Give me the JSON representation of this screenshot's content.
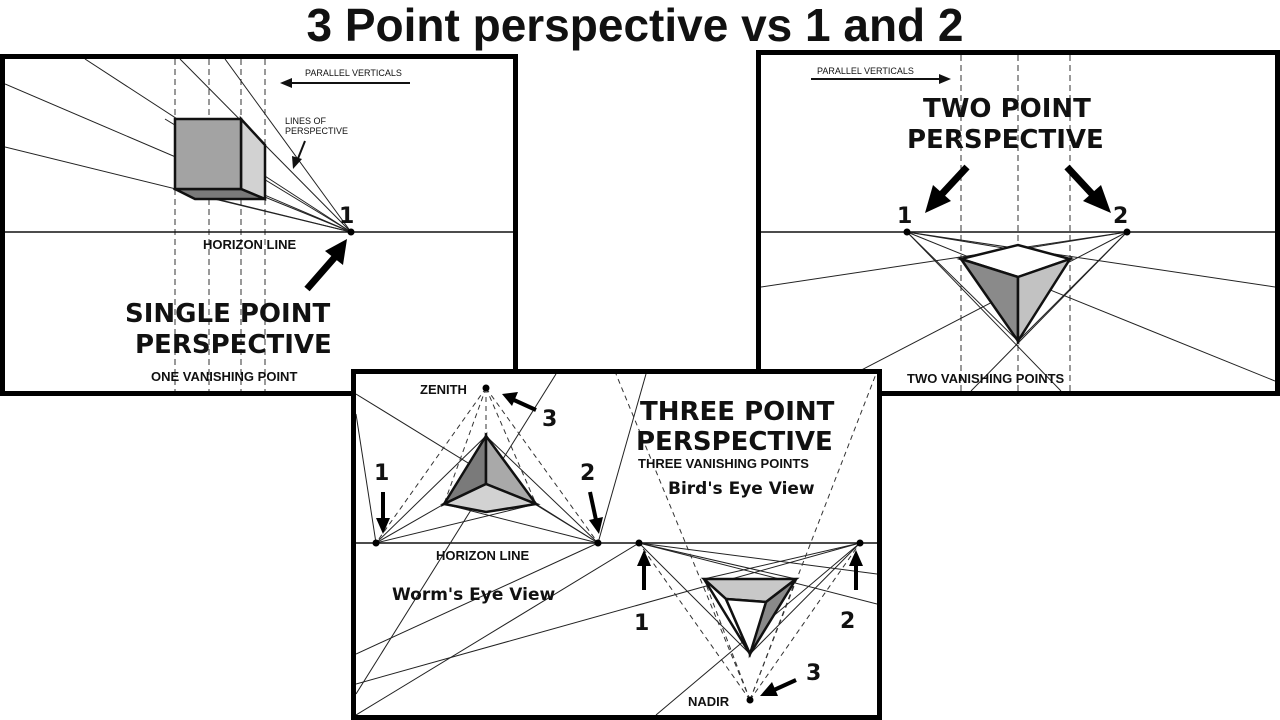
{
  "slide": {
    "title": "3 Point perspective vs 1 and 2"
  },
  "panel_one": {
    "parallel_verticals": "PARALLEL VERTICALS",
    "lines_of_perspective_1": "LINES OF",
    "lines_of_perspective_2": "PERSPECTIVE",
    "point_number": "1",
    "horizon_label": "HORIZON LINE",
    "title_line1": "SINGLE POINT",
    "title_line2": "PERSPECTIVE",
    "subtitle": "ONE VANISHING POINT"
  },
  "panel_two": {
    "parallel_verticals": "PARALLEL VERTICALS",
    "title_line1": "TWO POINT",
    "title_line2": "PERSPECTIVE",
    "point_1": "1",
    "point_2": "2",
    "subtitle": "TWO VANISHING POINTS"
  },
  "panel_three": {
    "zenith_label": "ZENITH",
    "nadir_label": "NADIR",
    "title_line1": "THREE POINT",
    "title_line2": "PERSPECTIVE",
    "subtitle": "THREE VANISHING POINTS",
    "birds_eye": "Bird's Eye View",
    "worms_eye": "Worm's Eye View",
    "horizon_label": "HORIZON LINE",
    "left_point_1": "1",
    "left_point_2": "2",
    "left_point_3": "3",
    "right_point_1": "1",
    "right_point_2": "2",
    "right_point_3": "3"
  },
  "colors": {
    "cube_dark": "#7a7a7a",
    "cube_mid": "#a9a9a9",
    "cube_light": "#d2d2d2",
    "line": "#222222"
  }
}
